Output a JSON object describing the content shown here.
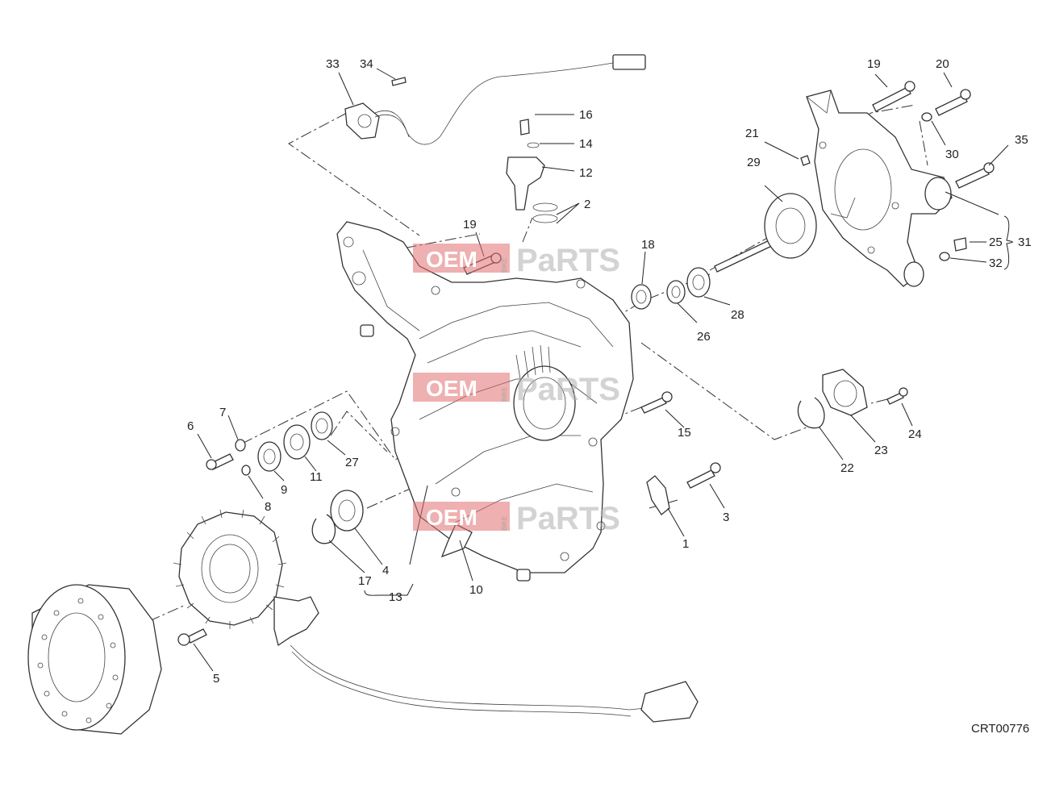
{
  "diagram": {
    "reference_code": "CRT00776",
    "watermark": {
      "oem": "OEM",
      "bike": "BIKE",
      "parts": "PaRTS"
    },
    "labels": {
      "p1": "1",
      "p2": "2",
      "p3": "3",
      "p4": "4",
      "p5": "5",
      "p6": "6",
      "p7": "7",
      "p8": "8",
      "p9": "9",
      "p10": "10",
      "p11": "11",
      "p12": "12",
      "p13": "13",
      "p14": "14",
      "p15": "15",
      "p16": "16",
      "p17": "17",
      "p18": "18",
      "p19a": "19",
      "p19b": "19",
      "p20": "20",
      "p21": "21",
      "p22": "22",
      "p23": "23",
      "p24": "24",
      "p25": "25",
      "p26": "26",
      "p27": "27",
      "p28": "28",
      "p29": "29",
      "p30": "30",
      "p31": "31",
      "p32": "32",
      "p33": "33",
      "p34": "34",
      "p35": "35"
    }
  }
}
